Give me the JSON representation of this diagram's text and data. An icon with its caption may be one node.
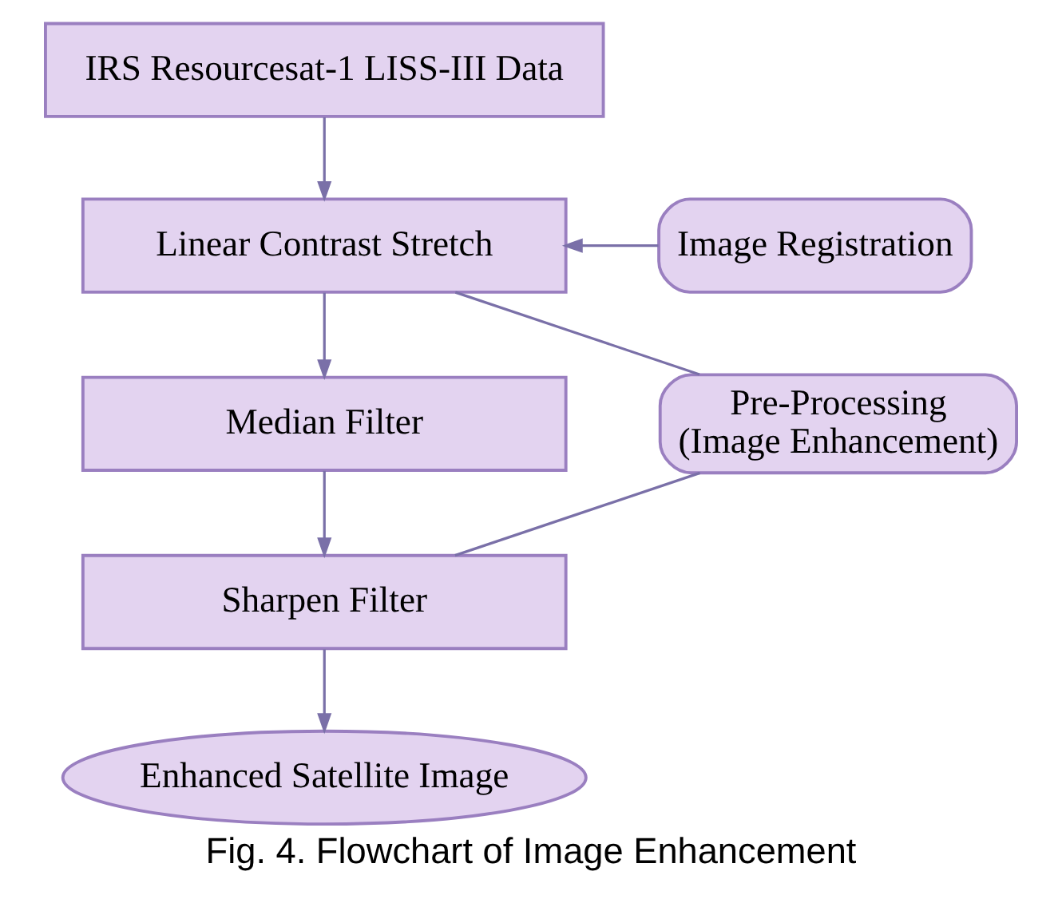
{
  "diagram": {
    "caption": "Fig. 4. Flowchart of Image Enhancement",
    "nodes": [
      {
        "text": [
          "IRS Resourcesat-1 LISS-III Data"
        ]
      },
      {
        "text": [
          "Image Registration"
        ]
      },
      {
        "text": [
          "Linear Contrast Stretch"
        ]
      },
      {
        "text": [
          "Median Filter"
        ]
      },
      {
        "text": [
          "Sharpen Filter"
        ]
      },
      {
        "text": [
          "Pre-Processing",
          "(Image Enhancement)"
        ]
      },
      {
        "text": [
          "Enhanced Satellite Image"
        ]
      }
    ],
    "edges": [
      {
        "from": 0,
        "to": 2,
        "arrow": "to"
      },
      {
        "from": 1,
        "to": 2,
        "arrow": "to"
      },
      {
        "from": 2,
        "to": 3,
        "arrow": "to"
      },
      {
        "from": 3,
        "to": 4,
        "arrow": "to"
      },
      {
        "from": 4,
        "to": 6,
        "arrow": "to"
      },
      {
        "from": 2,
        "to": 5,
        "arrow": "none"
      },
      {
        "from": 4,
        "to": 5,
        "arrow": "none"
      }
    ]
  }
}
